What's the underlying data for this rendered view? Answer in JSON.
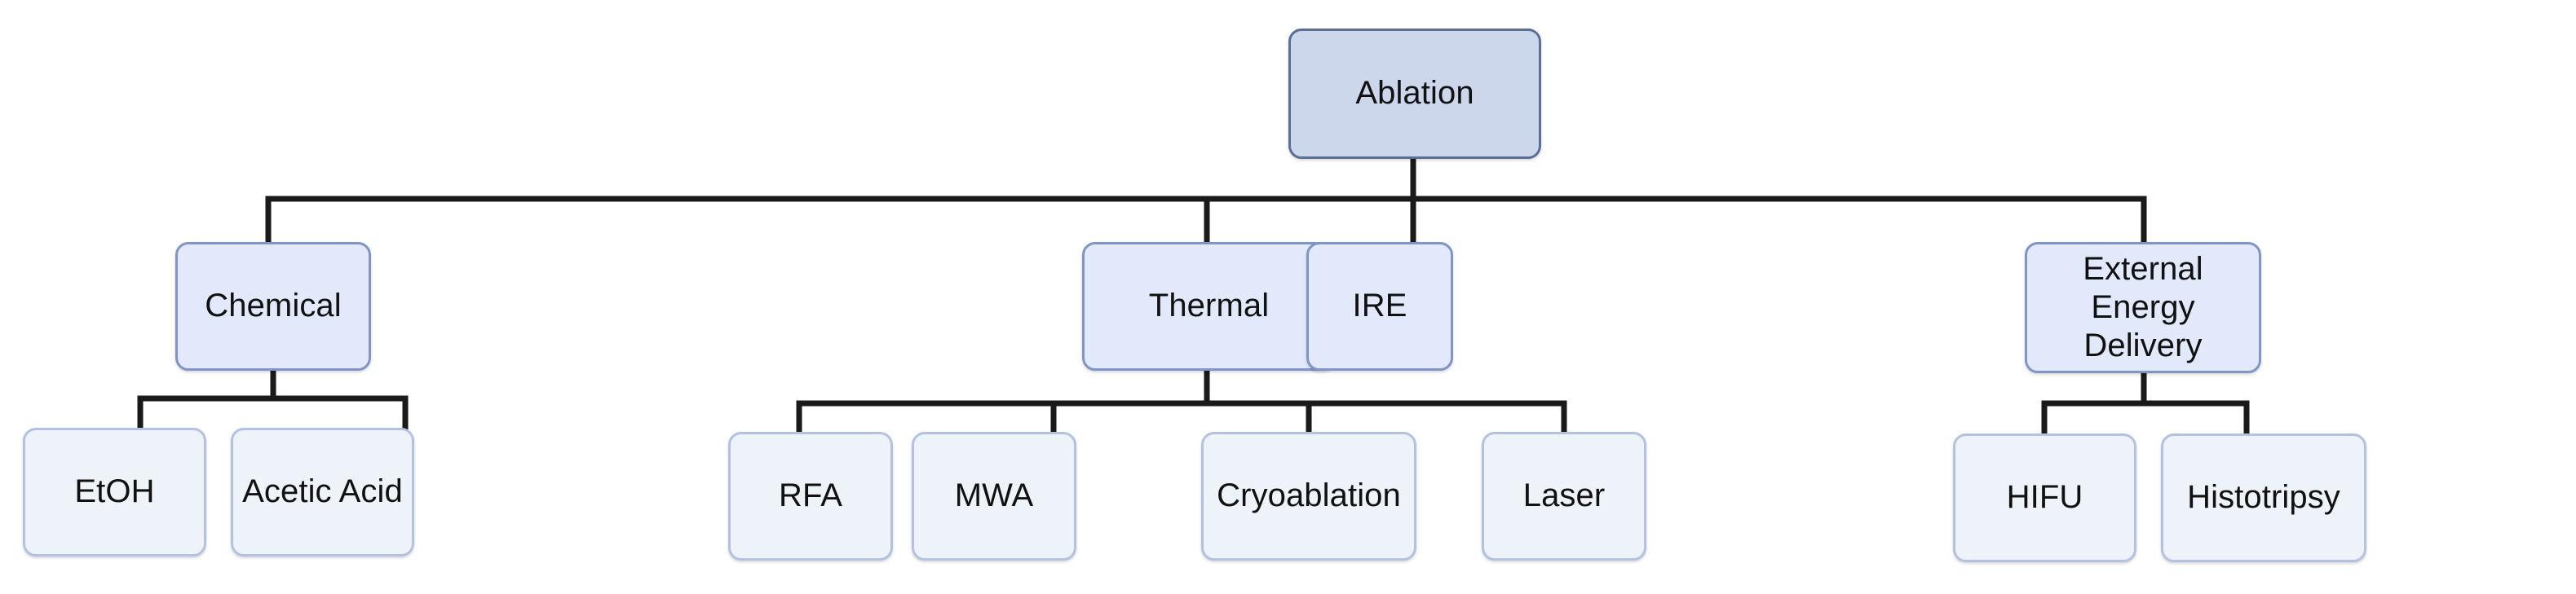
{
  "diagram": {
    "title": "Ablation",
    "type": "tree-hierarchy",
    "background_color": "#ffffff",
    "edge_color": "#1a1a1a",
    "palette": {
      "root_fill": "#ccd7ec",
      "root_stroke": "#5a6f96",
      "mid_fill": "#e1e9fa",
      "mid_stroke": "#7f95c8",
      "leaf_fill": "#eef2f9",
      "leaf_stroke": "#b2c2e0",
      "text_color": "#111111"
    }
  },
  "nodes": {
    "root": {
      "label": "Ablation"
    },
    "level2": [
      {
        "label": "Chemical"
      },
      {
        "label": "Thermal"
      },
      {
        "label": "IRE"
      },
      {
        "label": "External Energy\nDelivery"
      }
    ],
    "chemical_children": [
      {
        "label": "EtOH"
      },
      {
        "label": "Acetic Acid"
      }
    ],
    "thermal_children": [
      {
        "label": "RFA"
      },
      {
        "label": "MWA"
      },
      {
        "label": "Cryoablation"
      },
      {
        "label": "Laser"
      }
    ],
    "external_children": [
      {
        "label": "HIFU"
      },
      {
        "label": "Histotripsy"
      }
    ]
  }
}
